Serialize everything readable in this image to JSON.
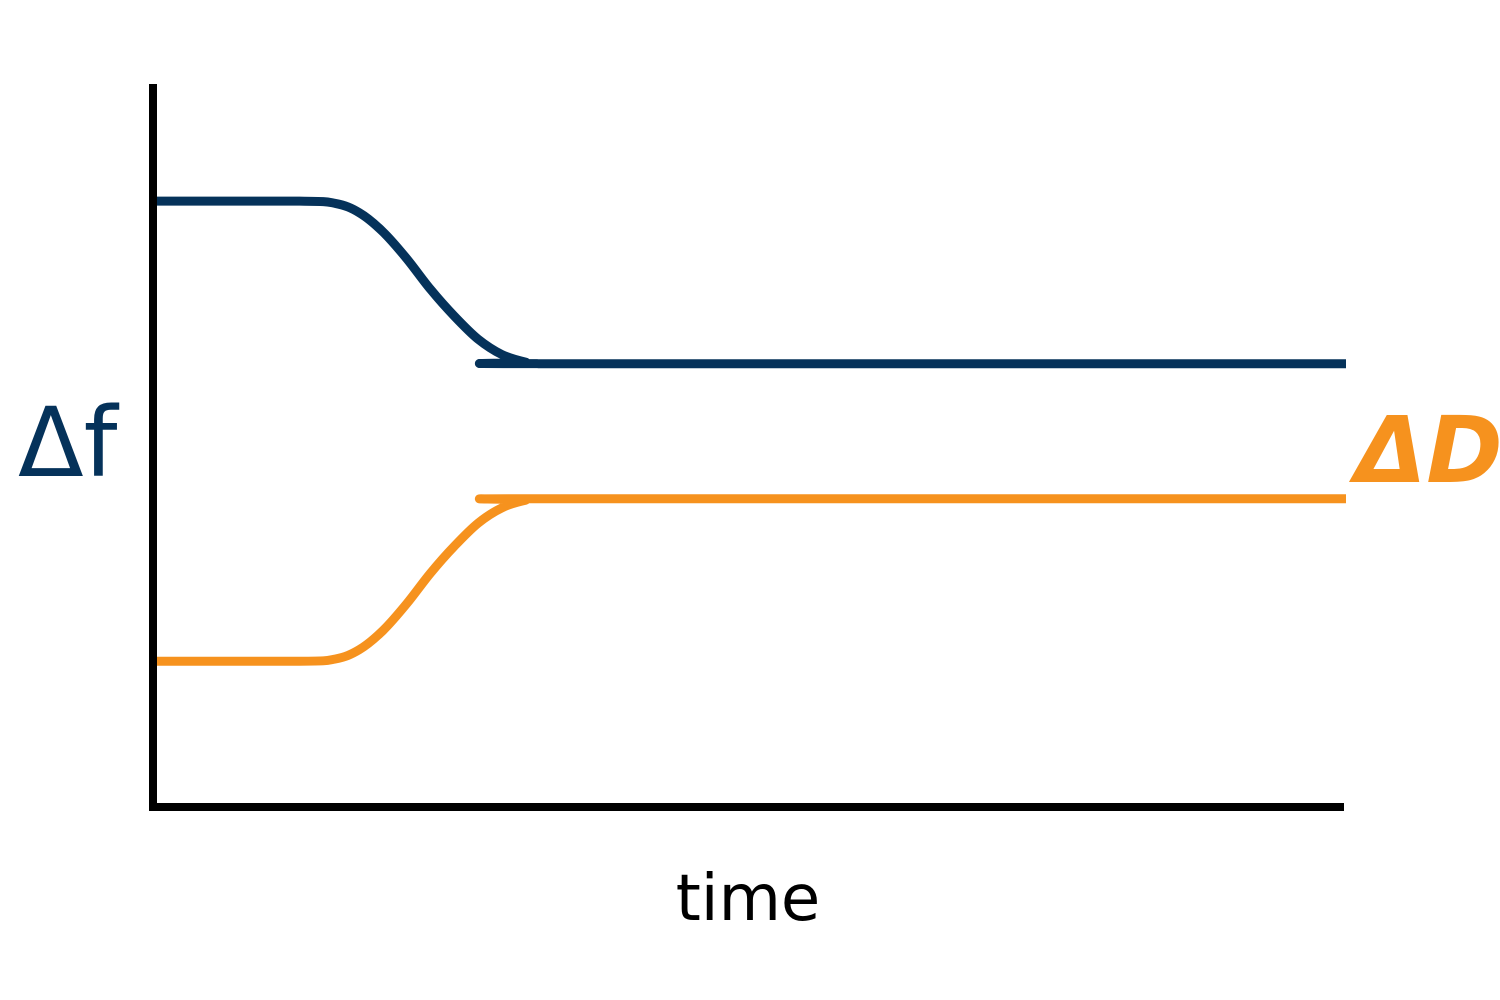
{
  "chart_data": {
    "type": "line",
    "xlabel": "time",
    "ylabel_left": "Δf",
    "ylabel_right": "ΔD",
    "ticks": false,
    "grid": false,
    "xlim": [
      0,
      100
    ],
    "ylim": [
      0,
      100
    ],
    "series": [
      {
        "label_ref": "ylabel_left",
        "color": "#05325a",
        "x": [
          0,
          12,
          15,
          17,
          19,
          21,
          23,
          25,
          27,
          29,
          31,
          32.5,
          100
        ],
        "y": [
          79,
          79,
          78.7,
          77.5,
          75,
          71.5,
          67.5,
          64,
          61,
          59,
          58,
          57.8,
          57.8
        ]
      },
      {
        "label_ref": "ylabel_right",
        "color": "#f6921e",
        "x": [
          0,
          12,
          15,
          17,
          19,
          21,
          23,
          25,
          27,
          29,
          31,
          32.5,
          100
        ],
        "y": [
          19,
          19,
          19.3,
          20.5,
          23,
          26.5,
          30.5,
          34,
          37,
          39,
          40,
          40.2,
          40.2
        ]
      }
    ]
  }
}
